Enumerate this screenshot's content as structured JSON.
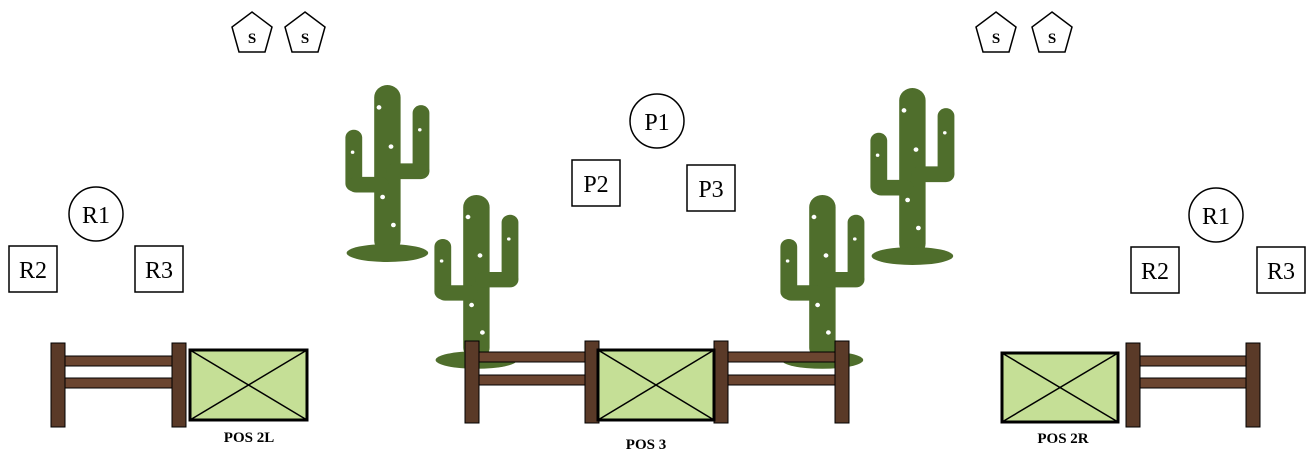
{
  "diagram": {
    "colors": {
      "post": "#5a3a28",
      "rail": "#6b4530",
      "box_fill": "#c5df96",
      "cactus": "#4f6e2c",
      "stroke": "#000000"
    },
    "markers": {
      "sponsor_label": "S",
      "r1": "R1",
      "r2": "R2",
      "r3": "R3",
      "p1": "P1",
      "p2": "P2",
      "p3": "P3"
    },
    "positions": {
      "left": "POS 2L",
      "center": "POS 3",
      "right": "POS 2R"
    }
  }
}
